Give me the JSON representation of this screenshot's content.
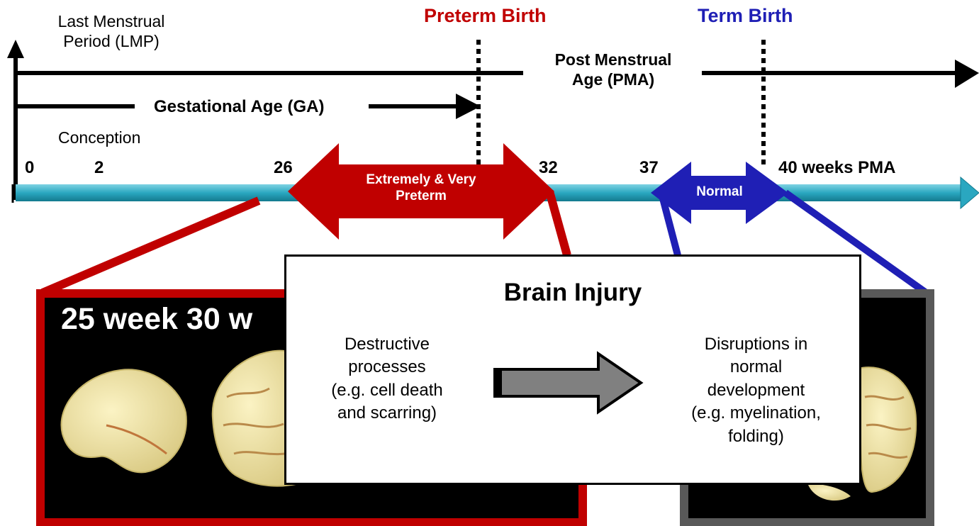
{
  "labels": {
    "lmp": "Last Menstrual\nPeriod (LMP)",
    "preterm_birth": "Preterm Birth",
    "term_birth": "Term Birth",
    "pma": "Post Menstrual\nAge (PMA)",
    "ga": "Gestational Age (GA)",
    "conception": "Conception"
  },
  "timeline": {
    "ticks": [
      "0",
      "2",
      "26",
      "32",
      "37",
      "40 weeks PMA"
    ],
    "preterm_range": "Extremely & Very\nPreterm",
    "term_range": "Normal"
  },
  "brain_panels": {
    "preterm_label": "25 week  30 w",
    "colors": {
      "preterm": "#c00000",
      "term": "#595959",
      "background": "#000000",
      "brain": "#f3e6a2"
    }
  },
  "injury": {
    "title": "Brain Injury",
    "cause": "Destructive\nprocesses\n(e.g. cell death\nand scarring)",
    "effect": "Disruptions in\nnormal\ndevelopment\n(e.g. myelination,\nfolding)"
  },
  "colors": {
    "preterm": "#c00000",
    "term": "#1f1fb5",
    "timeline": "#2aa7c0"
  }
}
